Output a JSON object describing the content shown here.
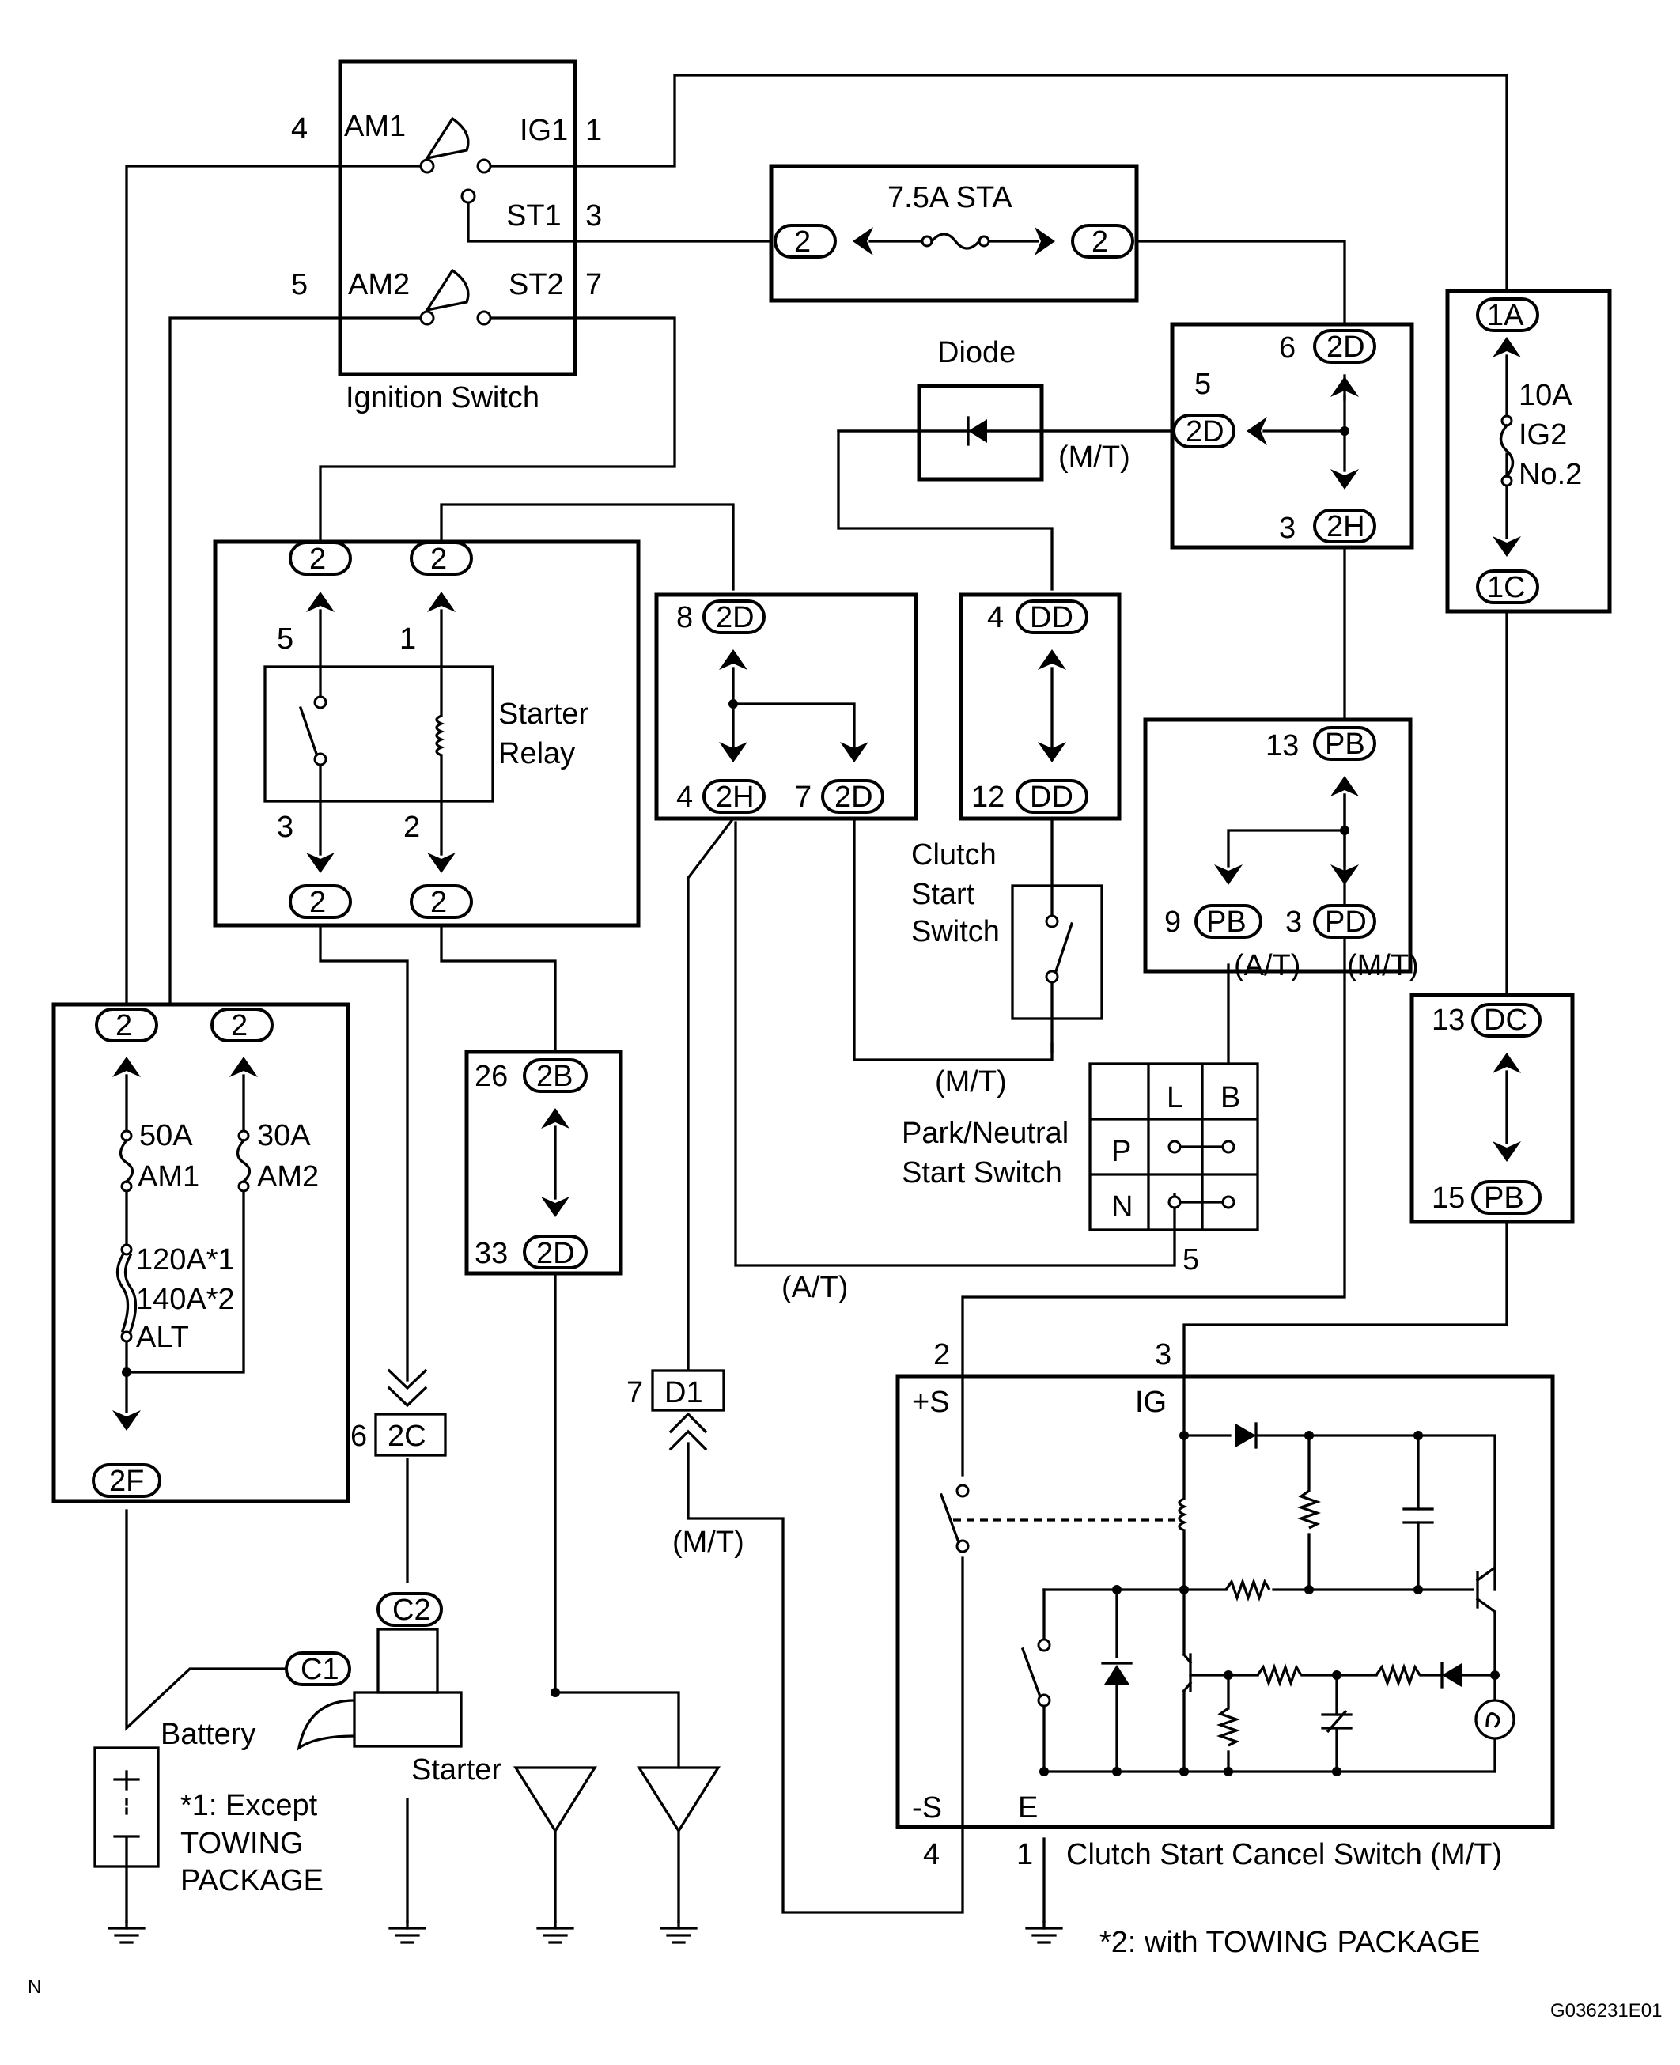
{
  "components": {
    "ignition_switch": {
      "name": "Ignition Switch",
      "terminals": [
        "4",
        "AM1",
        "IG1",
        "1",
        "ST1",
        "3",
        "5",
        "AM2",
        "ST2",
        "7"
      ]
    },
    "fuse_sta": {
      "label": "7.5A STA",
      "pins": [
        "2",
        "2"
      ]
    },
    "fuse_ig2": {
      "rating": "10A",
      "name1": "IG2",
      "name2": "No.2",
      "pins": [
        "1A",
        "1C"
      ]
    },
    "diode": {
      "label": "Diode",
      "condition": "(M/T)"
    },
    "junction_2d": {
      "pins": [
        "6",
        "2D",
        "5",
        "2D",
        "3",
        "2H"
      ]
    },
    "starter_relay": {
      "name1": "Starter",
      "name2": "Relay",
      "pins": [
        "2",
        "2",
        "5",
        "1",
        "3",
        "2",
        "2",
        "2"
      ]
    },
    "junction_a": {
      "pins": [
        "8",
        "2D",
        "4",
        "2H",
        "7",
        "2D"
      ]
    },
    "junction_dd": {
      "pins": [
        "4",
        "DD",
        "12",
        "DD"
      ]
    },
    "clutch_start_switch": {
      "name1": "Clutch",
      "name2": "Start",
      "name3": "Switch",
      "condition": "(M/T)"
    },
    "junction_pb": {
      "pins": [
        "13",
        "PB",
        "9",
        "PB",
        "3",
        "PD"
      ],
      "cond_left": "(A/T)",
      "cond_right": "(M/T)"
    },
    "park_neutral_switch": {
      "name1": "Park/Neutral",
      "name2": "Start Switch",
      "col_l": "L",
      "col_b": "B",
      "row_p": "P",
      "row_n": "N",
      "pin": "5",
      "condition": "(A/T)"
    },
    "junction_dc": {
      "pins": [
        "13",
        "DC",
        "15",
        "PB"
      ]
    },
    "fusible_links": {
      "pins": [
        "2",
        "2",
        "2F"
      ],
      "am1_rating": "50A",
      "am1_name": "AM1",
      "am2_rating": "30A",
      "am2_name": "AM2",
      "alt_rating1": "120A*1",
      "alt_rating2": "140A*2",
      "alt_name": "ALT"
    },
    "junction_2b": {
      "pins": [
        "26",
        "2B",
        "33",
        "2D"
      ]
    },
    "connector_2c": {
      "pin": "6",
      "label": "2C"
    },
    "connector_d1": {
      "pin": "7",
      "label": "D1",
      "condition": "(M/T)"
    },
    "battery": {
      "name": "Battery"
    },
    "starter": {
      "name": "Starter",
      "pins": [
        "C1",
        "C2"
      ]
    },
    "clutch_start_cancel_switch": {
      "name": "Clutch Start Cancel Switch (M/T)",
      "terminals": [
        "2",
        "3",
        "+S",
        "IG",
        "-S",
        "E",
        "4",
        "1"
      ]
    }
  },
  "notes": {
    "note1_line1": "*1: Except",
    "note1_line2": "TOWING",
    "note1_line3": "PACKAGE",
    "note2": "*2: with TOWING PACKAGE"
  },
  "corner_mark": "N",
  "figure_code": "G036231E01"
}
